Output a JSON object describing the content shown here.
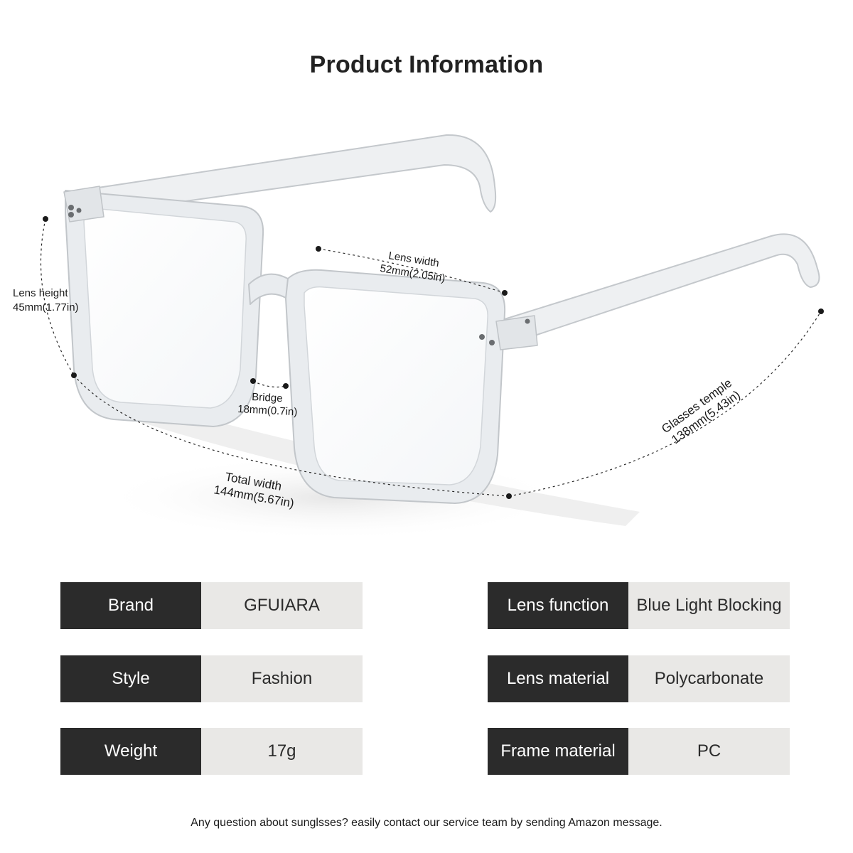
{
  "title": "Product Information",
  "dimensions": {
    "lens_height": {
      "label": "Lens height",
      "value": "45mm(1.77in)"
    },
    "lens_width": {
      "label": "Lens width",
      "value": "52mm(2.05in)"
    },
    "bridge": {
      "label": "Bridge",
      "value": "18mm(0.7in)"
    },
    "total_width": {
      "label": "Total width",
      "value": "144mm(5.67in)"
    },
    "temple": {
      "label": "Glasses temple",
      "value": "138mm(5.43in)"
    }
  },
  "specs": [
    {
      "key": "Brand",
      "value": "GFUIARA"
    },
    {
      "key": "Lens function",
      "value": "Blue Light Blocking"
    },
    {
      "key": "Style",
      "value": "Fashion"
    },
    {
      "key": "Lens material",
      "value": "Polycarbonate"
    },
    {
      "key": "Weight",
      "value": "17g"
    },
    {
      "key": "Frame material",
      "value": "PC"
    }
  ],
  "footer": "Any question about sunglsses? easily contact our service team by sending Amazon message.",
  "colors": {
    "key_bg": "#2b2b2b",
    "value_bg": "#e9e8e6",
    "frame": "#d6d9dc"
  }
}
